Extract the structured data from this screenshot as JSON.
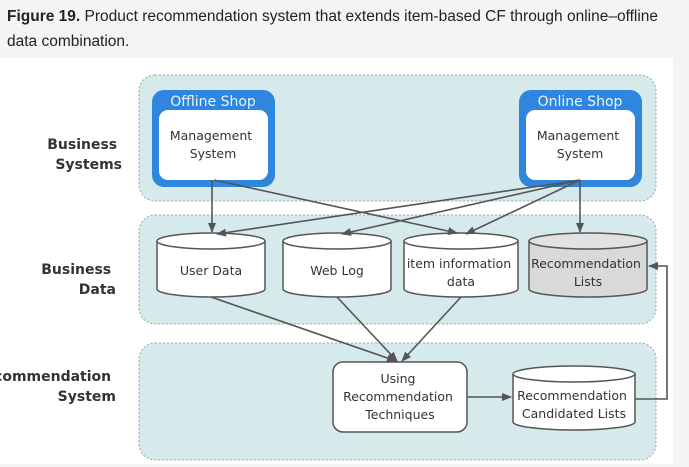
{
  "caption": {
    "label": "Figure 19.",
    "text": " Product recommendation system that extends item-based CF through online–offline data combination."
  },
  "lanes": [
    {
      "label_lines": [
        "Business",
        "Systems"
      ]
    },
    {
      "label_lines": [
        "Business",
        "Data"
      ]
    },
    {
      "label_lines": [
        "Recommendation",
        "System"
      ]
    }
  ],
  "shops": {
    "offline": {
      "title": "Offline Shop",
      "inner_lines": [
        "Management",
        "System"
      ]
    },
    "online": {
      "title": "Online Shop",
      "inner_lines": [
        "Management",
        "System"
      ]
    }
  },
  "data_stores": {
    "user_data": {
      "lines": [
        "User Data"
      ]
    },
    "web_log": {
      "lines": [
        "Web Log"
      ]
    },
    "item_info": {
      "lines": [
        "item information",
        "data"
      ]
    },
    "rec_lists": {
      "lines": [
        "Recommendation",
        "Lists"
      ]
    }
  },
  "process": {
    "lines": [
      "Using",
      "Recommendation",
      "Techniques"
    ]
  },
  "candidate_lists": {
    "lines": [
      "Recommendation",
      "Candidated Lists"
    ]
  },
  "colors": {
    "lane_fill": "#d6eaec",
    "lane_border": "#9aa6a8",
    "shop_blue": "#2e86de",
    "shop_title_text": "#e8f4ff",
    "store_fill": "#ffffff",
    "rec_lists_fill": "#d9d9d9",
    "stroke": "#555555",
    "text": "#333333"
  }
}
